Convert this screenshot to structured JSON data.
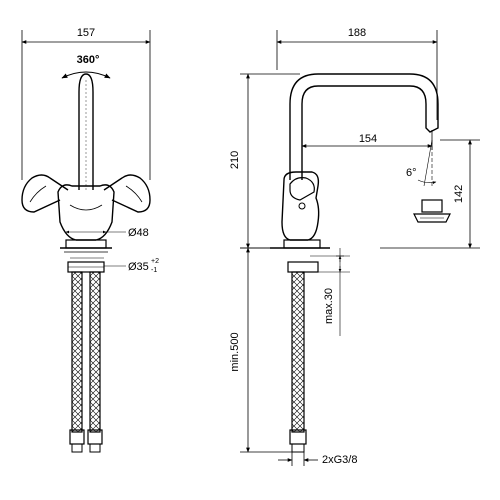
{
  "front_view": {
    "width_dim": "157",
    "swivel_label": "360°",
    "base_diameter": "Ø48",
    "hole_diameter": "Ø35",
    "hole_tolerance_plus": "+2",
    "hole_tolerance_minus": "-1"
  },
  "side_view": {
    "width_dim": "188",
    "height_dim": "210",
    "reach_dim": "154",
    "angle_dim": "6°",
    "spout_height_dim": "142",
    "max_thickness_dim": "max.30",
    "hose_length_dim": "min.500",
    "connection_label": "2xG3/8"
  }
}
